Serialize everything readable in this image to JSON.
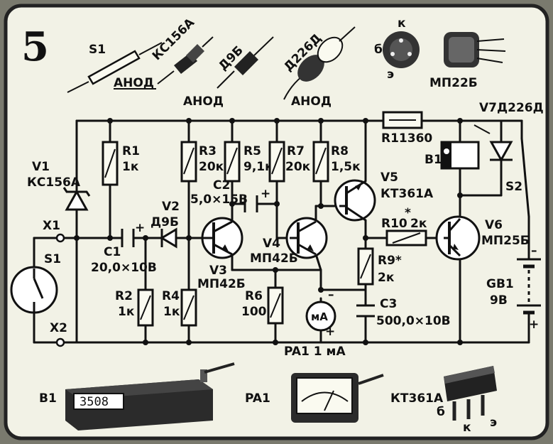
{
  "figure_number": "5",
  "parts_row": {
    "s1": "S1",
    "ks156a": "КС156А",
    "anod1": "АНОД",
    "d9b": "Д9Б",
    "anod2": "АНОД",
    "d226d": "Д226Д",
    "anod3": "АНОД",
    "pin_k": "к",
    "pin_b": "б",
    "pin_e": "э",
    "mp22b": "МП22Б"
  },
  "schematic": {
    "r11": "R11360",
    "v7": "V7Д226Д",
    "b1": "B1",
    "s2": "S2",
    "v1_name": "V1",
    "v1_type": "КС156А",
    "r1_name": "R1",
    "r1_val": "1к",
    "r3_name": "R3",
    "r3_val": "20к",
    "r5_name": "R5",
    "r5_val": "9,1к",
    "r7_name": "R7",
    "r7_val": "20к",
    "r8_name": "R8",
    "r8_val": "1,5к",
    "c2_name": "C2",
    "c2_val": "5,0×15В",
    "v5_name": "V5",
    "v5_type": "КТ361А",
    "x1": "X1",
    "v2_name": "V2",
    "v2_type": "Д9Б",
    "r10": "R10",
    "r10_star": "*",
    "r10_val": "2к",
    "v6_name": "V6",
    "v6_type": "МП25Б",
    "s1": "S1",
    "c1_name": "C1",
    "c1_val": "20,0×10В",
    "v3_name": "V3",
    "v3_type": "МП42Б",
    "v4_name": "V4",
    "v4_type": "МП42Б",
    "r9_name": "R9*",
    "r9_val": "2к",
    "gb1_name": "GB1",
    "gb1_val": "9В",
    "r2_name": "R2",
    "r2_val": "1к",
    "r4_name": "R4",
    "r4_val": "1к",
    "r6_name": "R6",
    "r6_val": "100",
    "c3_name": "C3",
    "c3_val": "500,0×10В",
    "x2": "X2",
    "pa1": "PA1 1 мА",
    "meter_unit": "мА",
    "plus": "+",
    "minus": "–"
  },
  "bottom_row": {
    "b1_label": "B1",
    "b1_display": "3508",
    "pa1_label": "PA1",
    "kt361a_label": "КТ361А",
    "pin_b": "б",
    "pin_k": "к",
    "pin_e": "э"
  },
  "colors": {
    "background": "#7a7a6e",
    "panel": "#f2f2e6",
    "ink": "#111111"
  }
}
